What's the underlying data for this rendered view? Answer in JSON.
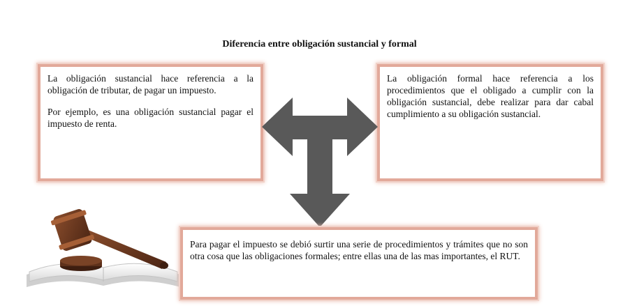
{
  "title": "Diferencia entre obligación sustancial y formal",
  "boxes": {
    "left": {
      "paragraph1": "La obligación sustancial hace referencia a la obligación de tributar, de pagar un impuesto.",
      "paragraph2": "Por ejemplo, es una obligación sustancial pagar el impuesto de renta."
    },
    "right": {
      "paragraph1": "La obligación formal hace referencia a los procedimientos que el obligado a cumplir con la obligación sustancial, debe realizar para dar cabal cumplimiento a su obligación sustancial."
    },
    "bottom": {
      "paragraph1": "Para pagar el impuesto se debió surtir una serie de procedimientos y trámites que no son otra cosa que las obligaciones formales; entre ellas una de las mas importantes, el RUT."
    }
  },
  "colors": {
    "box_border": "#e2a99a",
    "arrow": "#595959",
    "gavel_wood": "#6b3a22"
  },
  "icons": {
    "arrow": "three-way-arrow-icon",
    "gavel": "gavel-on-book-icon"
  }
}
